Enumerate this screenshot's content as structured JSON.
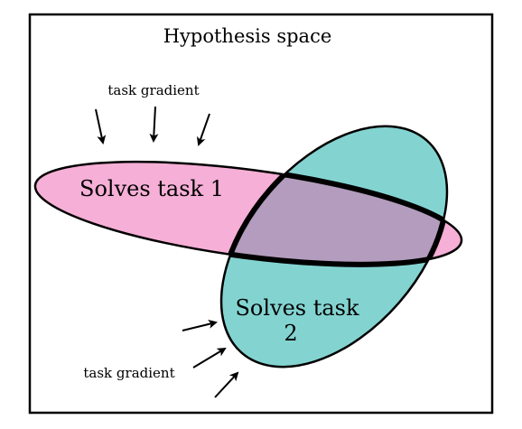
{
  "diagram": {
    "title": "Hypothesis space",
    "task1_label": "Solves task 1",
    "task2_label_line1": "Solves task",
    "task2_label_line2": "2",
    "gradient_label_top": "task gradient",
    "gradient_label_bottom": "task gradient"
  },
  "colors": {
    "task1_fill": "#f6afd6",
    "task2_fill": "#83d4d1",
    "overlap_fill": "#b39cbd",
    "stroke": "#000000",
    "background": "#ffffff"
  }
}
